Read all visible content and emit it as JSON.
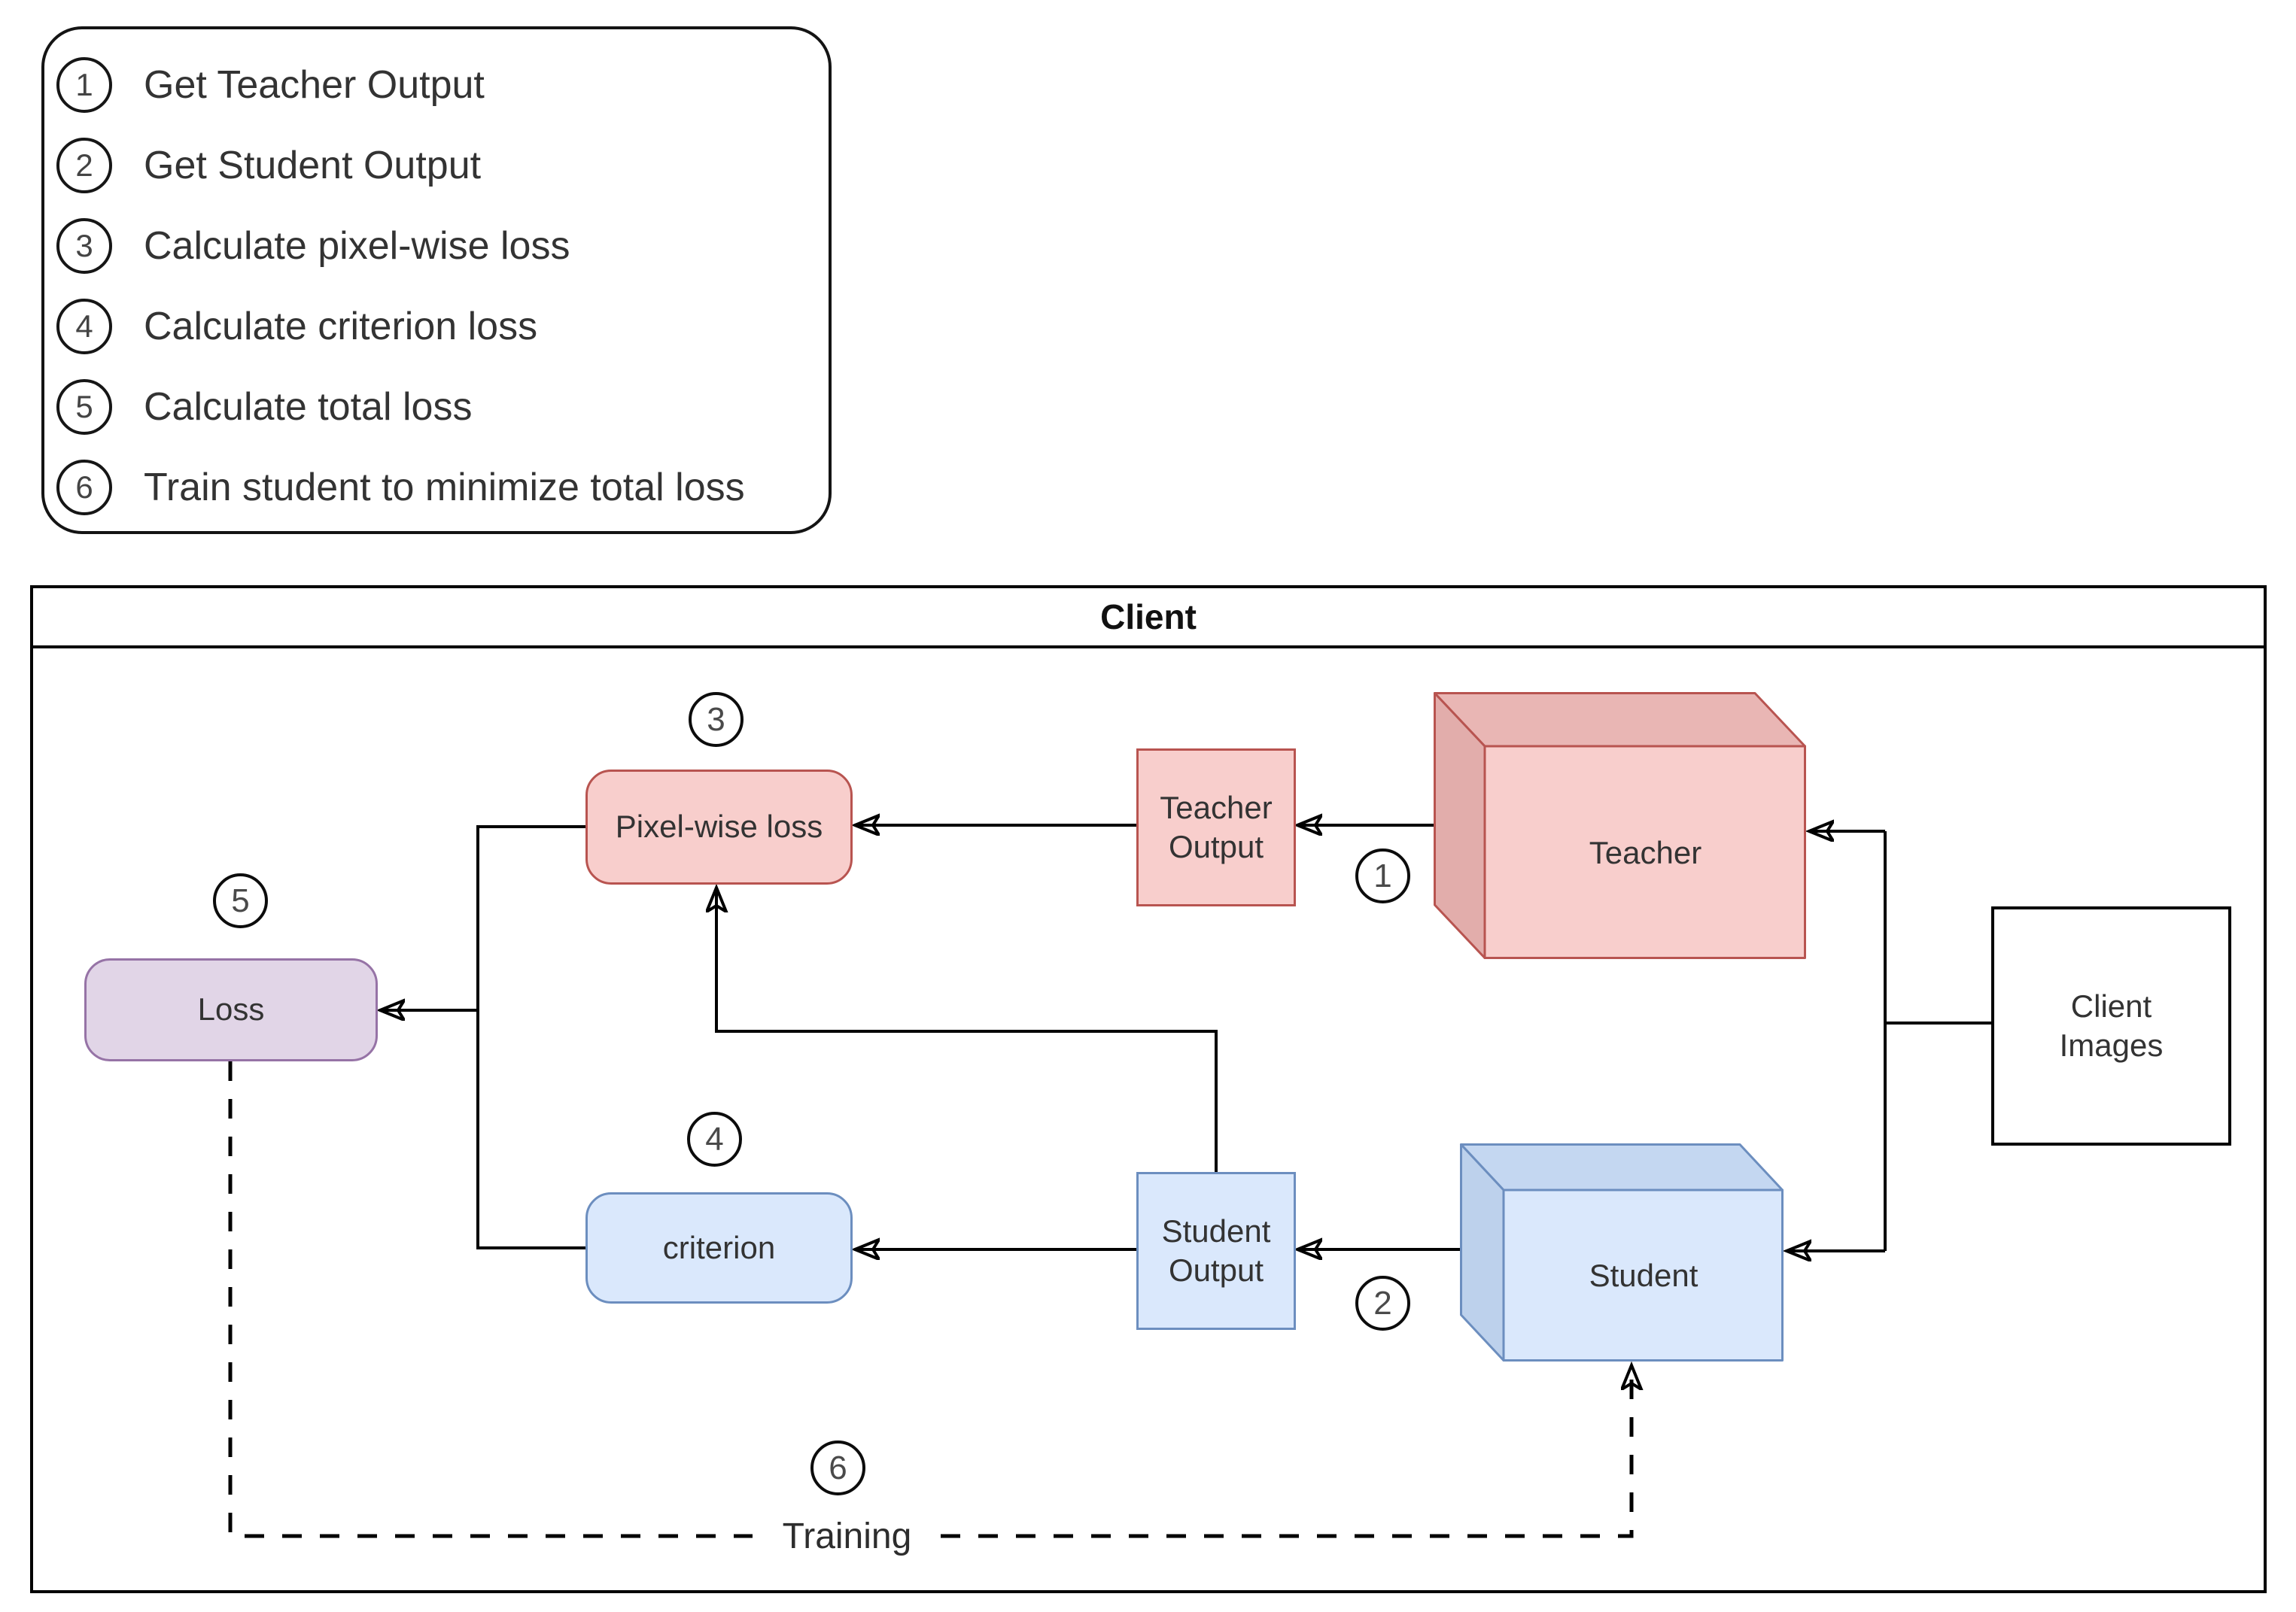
{
  "legend": {
    "items": [
      {
        "num": "1",
        "text": "Get Teacher Output"
      },
      {
        "num": "2",
        "text": "Get Student Output"
      },
      {
        "num": "3",
        "text": "Calculate pixel-wise loss"
      },
      {
        "num": "4",
        "text": "Calculate criterion loss"
      },
      {
        "num": "5",
        "text": "Calculate total loss"
      },
      {
        "num": "6",
        "text": "Train student to minimize total loss"
      }
    ]
  },
  "client": {
    "title": "Client"
  },
  "nodes": {
    "teacher": {
      "label": "Teacher"
    },
    "teacher_output": {
      "label": "Teacher Output"
    },
    "pixel_wise_loss": {
      "label": "Pixel-wise loss"
    },
    "student": {
      "label": "Student"
    },
    "student_output": {
      "label": "Student Output"
    },
    "criterion": {
      "label": "criterion"
    },
    "loss": {
      "label": "Loss"
    },
    "client_images": {
      "label": "Client Images"
    }
  },
  "steps": [
    "1",
    "2",
    "3",
    "4",
    "5",
    "6"
  ],
  "edges": {
    "training_label": "Training"
  },
  "colors": {
    "red_fill": "#f8cecc",
    "red_stroke": "#b85450",
    "blue_fill": "#dae8fc",
    "blue_stroke": "#6c8ebf",
    "purple_fill": "#e1d5e7",
    "purple_stroke": "#9673a6",
    "line": "#000000",
    "text": "#333333"
  }
}
